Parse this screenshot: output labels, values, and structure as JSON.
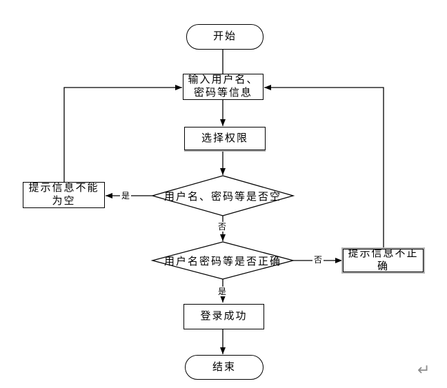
{
  "nodes": {
    "start": {
      "label": "开始"
    },
    "input_info": {
      "lines": [
        "输入用户名、",
        "密码等信息"
      ]
    },
    "select_permission": {
      "label": "选择权限"
    },
    "check_empty": {
      "label": "用户名、密码等是否空"
    },
    "prompt_empty": {
      "lines": [
        "提示信息不能",
        "为空"
      ]
    },
    "check_correct": {
      "label": "用户名密码等是否正确"
    },
    "prompt_incorrect": {
      "lines": [
        "提示信息不正",
        "确"
      ]
    },
    "login_success": {
      "label": "登录成功"
    },
    "end": {
      "label": "结束"
    }
  },
  "edge_labels": {
    "empty_yes": "是",
    "empty_no": "否",
    "correct_no": "否",
    "correct_yes": "是"
  },
  "annotations": {
    "return_mark": "↵"
  },
  "colors": {
    "line": "#000000",
    "text": "#000000",
    "shape_fill": "#ffffff",
    "shape_shadow": "#a9a9a9",
    "gray_outline": "#b3b3b3",
    "return_mark": "#8c8c8c",
    "background": "#ffffff"
  }
}
